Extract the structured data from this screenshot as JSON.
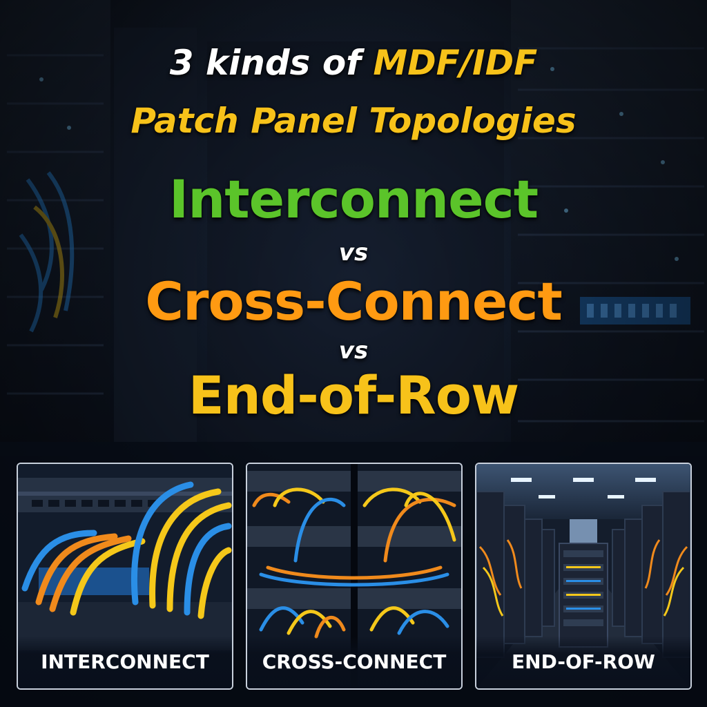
{
  "headline": {
    "line1_prefix": "3 kinds of ",
    "line1_accent": "MDF/IDF",
    "line2": "Patch Panel Topologies",
    "topic1": "Interconnect",
    "vs1": "vs",
    "topic2": "Cross-Connect",
    "vs2": "vs",
    "topic3": "End-of-Row"
  },
  "cards": [
    {
      "label": "INTERCONNECT"
    },
    {
      "label": "CROSS-CONNECT"
    },
    {
      "label": "END-OF-ROW"
    }
  ],
  "colors": {
    "white": "#ffffff",
    "gold": "#f7c21a",
    "green": "#5bc42a",
    "orange": "#ff9a12",
    "cable_blue": "#2a8ee6",
    "cable_yellow": "#f5c81a",
    "cable_orange": "#f08a1c"
  }
}
